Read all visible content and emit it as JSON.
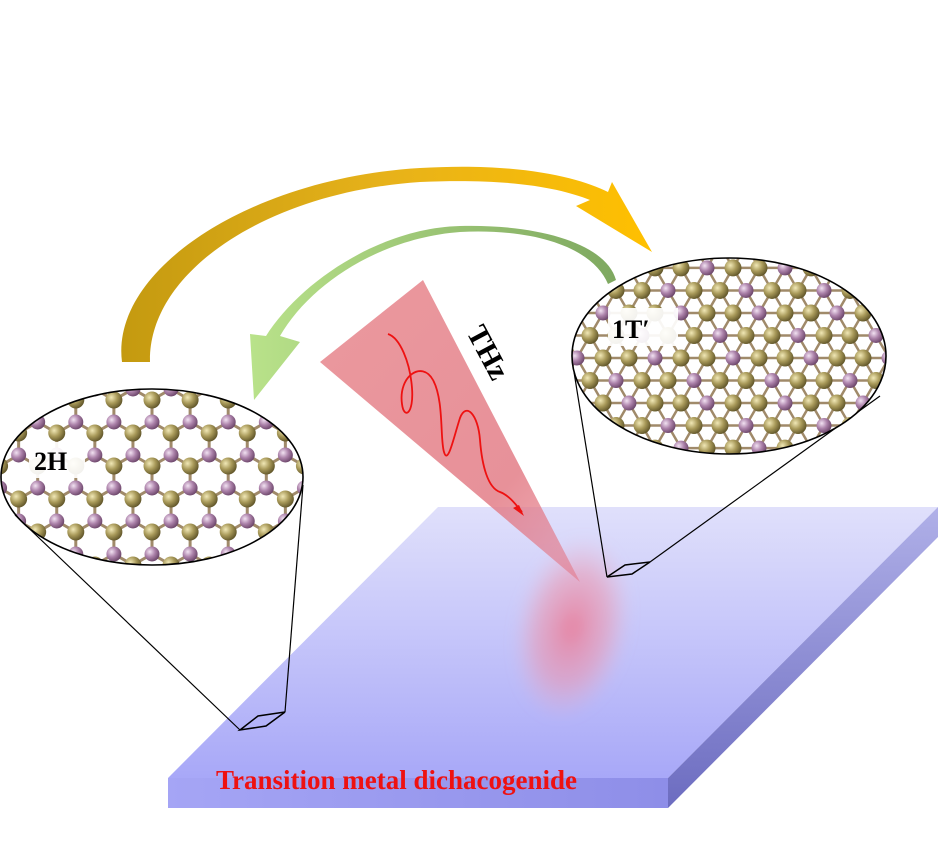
{
  "labels": {
    "phase_2h": "2H",
    "phase_1t": "1T′",
    "beam": "THz",
    "substrate": "Transition metal dichacogenide"
  },
  "colors": {
    "metal_atom": "#b7a47a",
    "chalcogen_atom": "#b48ab0",
    "bond": "#a08a6a",
    "forward_arrow": "#f5b800",
    "backward_arrow": "#9ac070",
    "thz_beam": "#e06070",
    "wave": "#ee1111",
    "substrate_top": "#c8c8ff",
    "substrate_front": "#9a9af2",
    "substrate_side": "#7878cc",
    "substrate_label": "#ee1111"
  }
}
